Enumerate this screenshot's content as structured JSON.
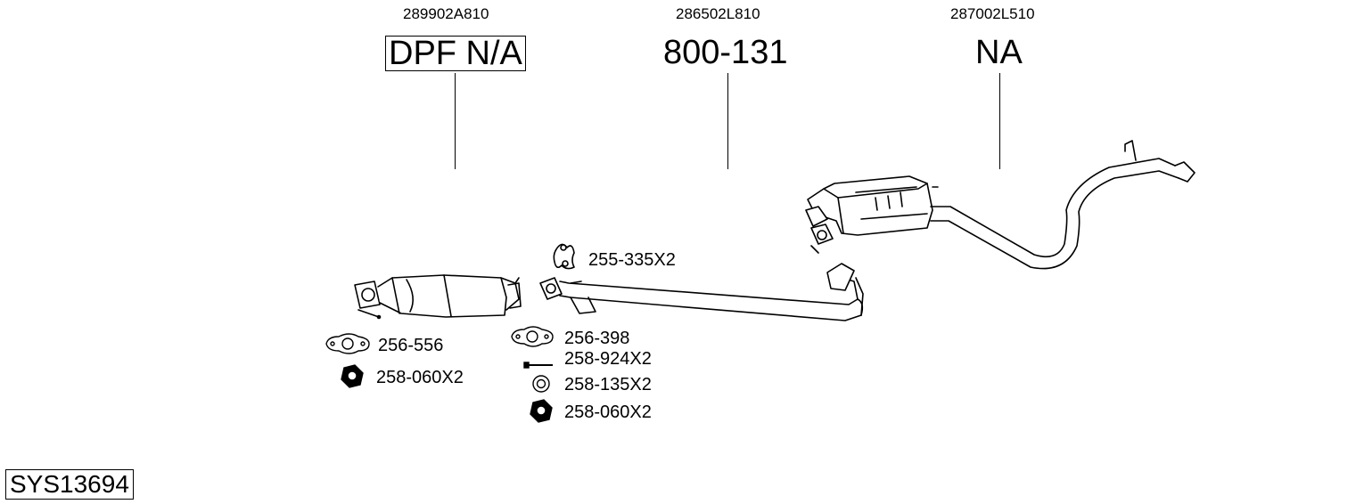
{
  "header": {
    "left": {
      "oem": "289902A810",
      "part": "DPF N/A"
    },
    "middle": {
      "oem": "286502L810",
      "part": "800-131"
    },
    "right": {
      "oem": "287002L510",
      "part": "NA"
    }
  },
  "left_parts": {
    "gasket": "256-556",
    "nut": "258-060X2"
  },
  "middle_parts": {
    "hanger": "255-335X2",
    "gasket": "256-398",
    "bolt": "258-924X2",
    "washer": "258-135X2",
    "nut": "258-060X2"
  },
  "system_id": "SYS13694"
}
